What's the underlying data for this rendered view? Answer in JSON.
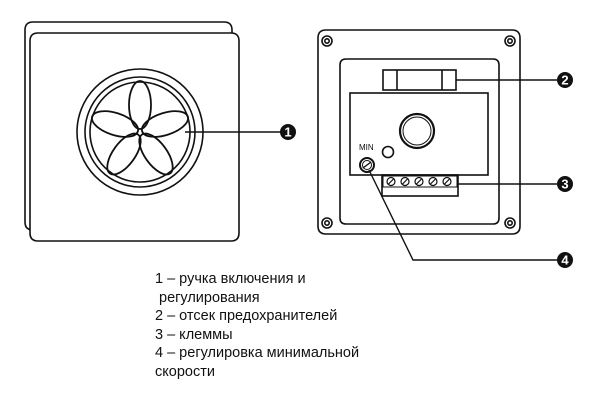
{
  "callouts": [
    {
      "number": "1"
    },
    {
      "number": "2"
    },
    {
      "number": "3"
    },
    {
      "number": "4"
    }
  ],
  "min_label": "MIN",
  "legend": [
    "1 – ручка включения и",
    "регулирования",
    "2 – отсек предохранителей",
    "3 – клеммы",
    "4 – регулировка минимальной",
    "скорости"
  ],
  "colors": {
    "line": "#111111",
    "callout_fill": "#111111",
    "background": "#ffffff"
  }
}
